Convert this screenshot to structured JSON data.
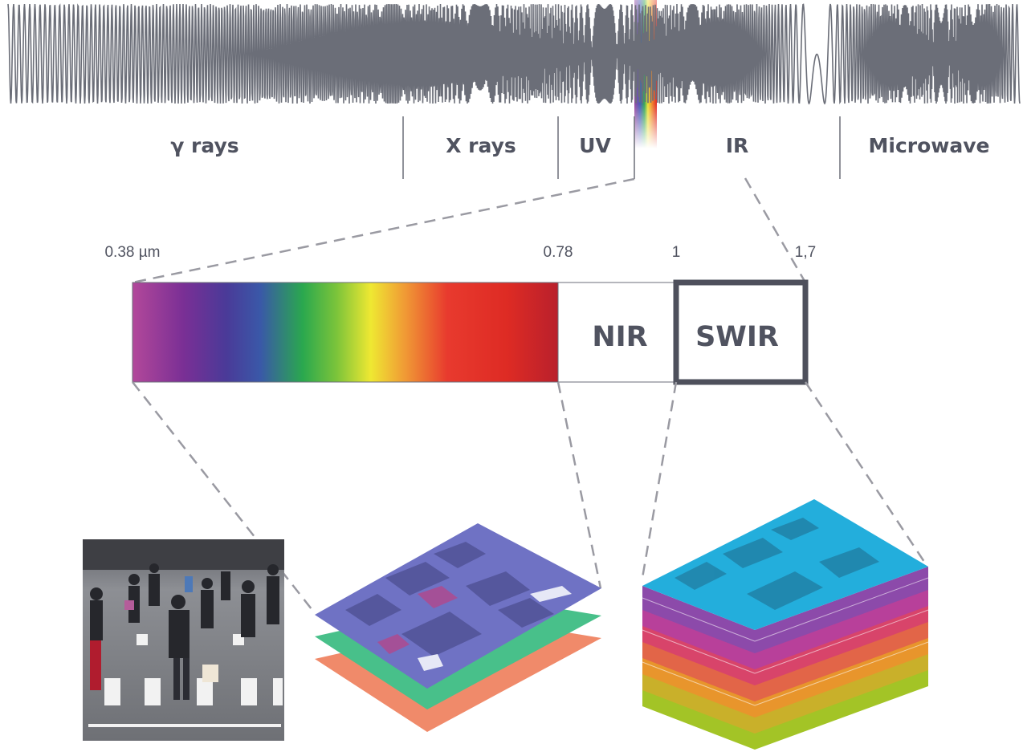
{
  "spectrum_bands": [
    {
      "label": "γ rays"
    },
    {
      "label": "X rays"
    },
    {
      "label": "UV"
    },
    {
      "label": "IR"
    },
    {
      "label": "Microwave"
    }
  ],
  "wavelength_ticks": [
    {
      "label": "0.38 µm"
    },
    {
      "label": "0.78"
    },
    {
      "label": "1"
    },
    {
      "label": "1,7"
    }
  ],
  "segments": {
    "nir_label": "NIR",
    "swir_label": "SWIR"
  },
  "colors": {
    "text": "#505360",
    "wave": "#6b6e78",
    "swir_box": "#4e505c",
    "dash": "#9a9aa2",
    "rgb_layers": [
      "#5f62b8",
      "#48c08a",
      "#f08a6a"
    ],
    "swir_layers": [
      "#a3c426",
      "#c9b02a",
      "#e8952c",
      "#e26548",
      "#d8446a",
      "#b8409a",
      "#8c4aaa",
      "#23aedc"
    ]
  },
  "images": {
    "street_photo": "street-crossing-photo",
    "rgb_stack": "rgb-layer-stack",
    "swir_stack": "hyperspectral-swir-cube"
  }
}
